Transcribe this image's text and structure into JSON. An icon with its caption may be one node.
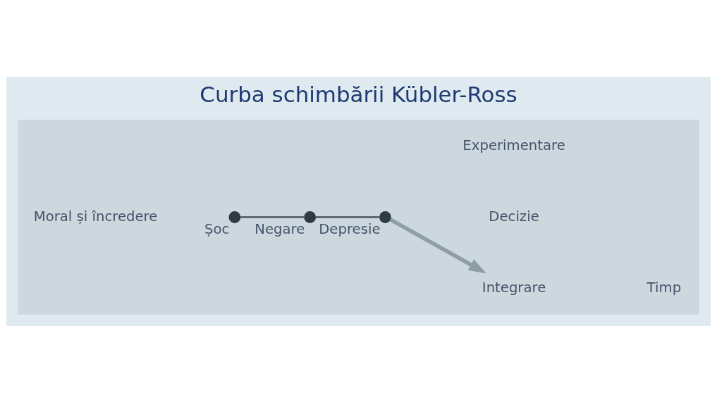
{
  "diagram": {
    "title": "Curba schimbării Kübler-Ross",
    "nodes": [
      {
        "text": [],
        "shape": "box"
      },
      {
        "text": [],
        "shape": "circle",
        "beside": [
          "Șoc"
        ],
        "in": 0
      },
      {
        "text": [],
        "shape": "circle",
        "beside": [
          "Negare"
        ],
        "in": 0
      },
      {
        "text": [],
        "shape": "circle",
        "beside": [
          "Depresie"
        ],
        "in": 0
      },
      {
        "text": [
          "Integrare"
        ],
        "in": 0
      }
    ],
    "edges": [
      {
        "from": 1,
        "to": 2,
        "arrow": "none"
      },
      {
        "from": 2,
        "to": 3,
        "arrow": "none"
      },
      {
        "from": 3,
        "to": 4,
        "arrow": "to",
        "style": "thick",
        "color": "#8e9ea8"
      }
    ],
    "labels": [
      "Moral și încredere",
      "Decizie",
      "Experimentare",
      "Timp"
    ]
  }
}
